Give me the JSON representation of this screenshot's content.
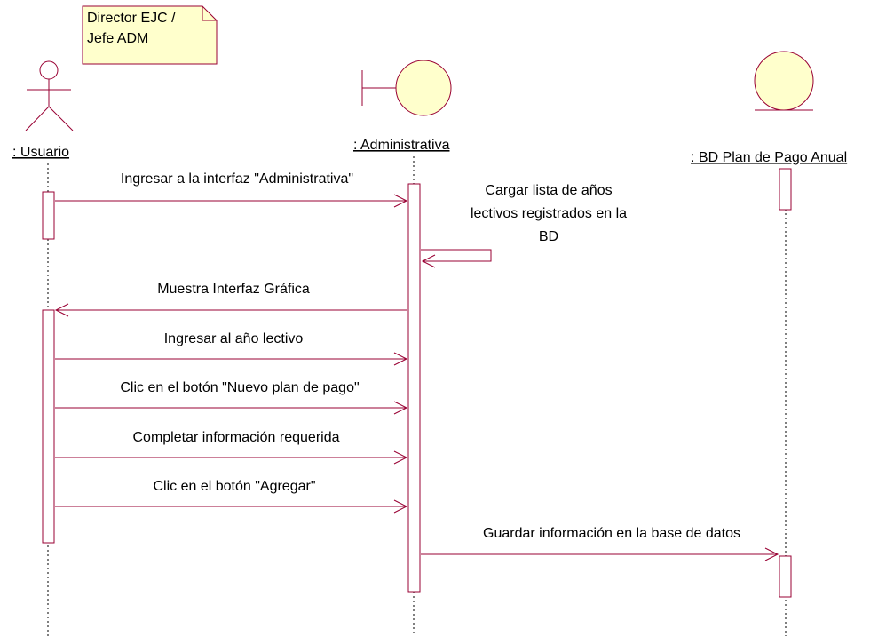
{
  "note": {
    "line1": "Director EJC /",
    "line2": "Jefe ADM"
  },
  "lifelines": {
    "usuario": {
      "label": ": Usuario",
      "icon": "actor-icon"
    },
    "administrativa": {
      "label": ": Administrativa",
      "icon": "boundary-icon"
    },
    "bd": {
      "label": ": BD Plan de Pago Anual",
      "icon": "entity-icon"
    }
  },
  "messages": {
    "m1": "Ingresar a la interfaz \"Administrativa\"",
    "m2_line1": "Cargar lista de años",
    "m2_line2": "lectivos registrados en la",
    "m2_line3": "BD",
    "m3": "Muestra Interfaz Gráfica",
    "m4": "Ingresar al año lectivo",
    "m5": "Clic en el botón \"Nuevo plan de pago\"",
    "m6": "Completar información requerida",
    "m7": "Clic en el botón \"Agregar\"",
    "m8": "Guardar información en la base de datos"
  },
  "colors": {
    "line": "#990033",
    "fill": "#ffffcc",
    "text": "#000000"
  }
}
